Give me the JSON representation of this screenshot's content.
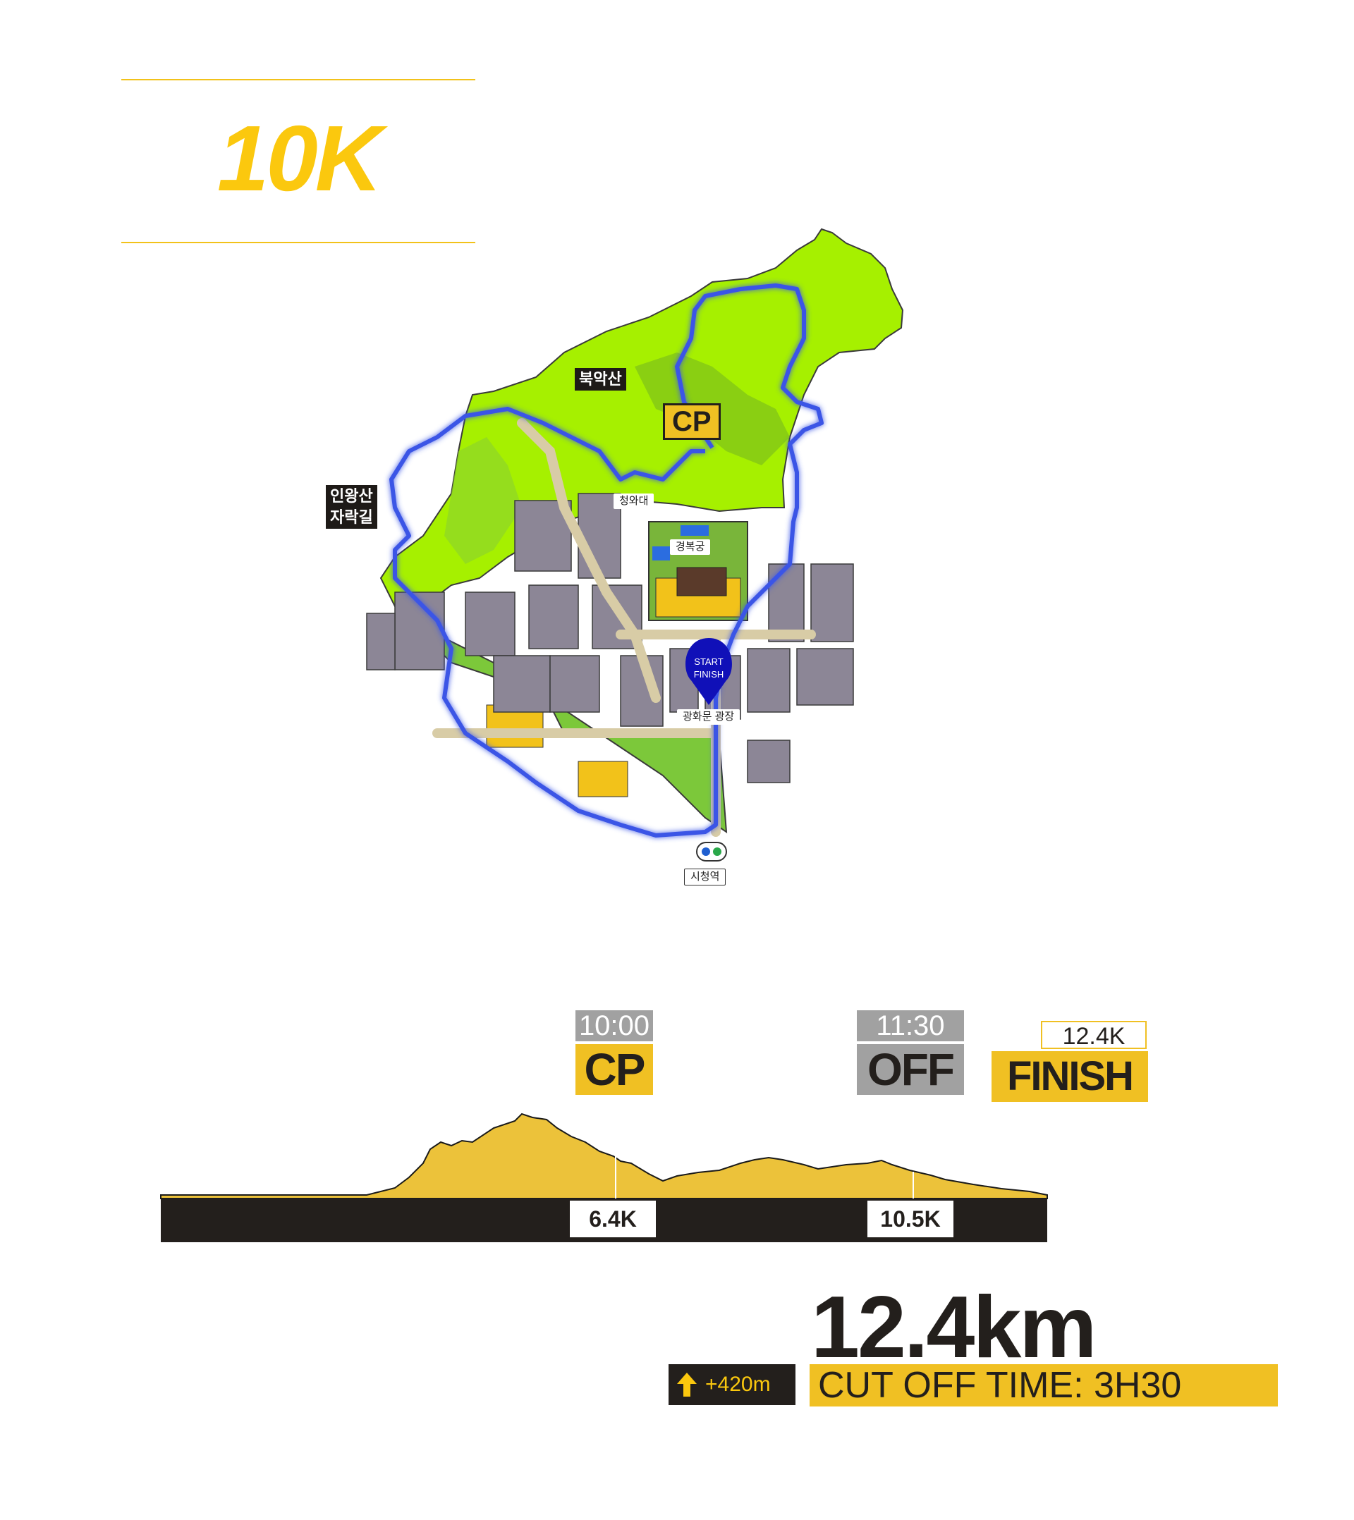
{
  "title": "10K",
  "map": {
    "labels": {
      "bukaksan": "북악산",
      "inwangsan_1": "인왕산",
      "inwangsan_2": "자락길",
      "cheongwadae": "청와대",
      "gyeongbokgung": "경복궁",
      "gwanghwamun": "광화문 광장",
      "city_hall": "시청역",
      "cp": "CP"
    },
    "marker": {
      "line1": "START",
      "line2": "FINISH"
    },
    "colors": {
      "route": "#3a55e6",
      "mountain": "#a6f000",
      "marker": "#1010b8"
    }
  },
  "profile": {
    "checkpoints": [
      {
        "time": "10:00",
        "label": "CP",
        "distance": "6.4K"
      },
      {
        "time": "11:30",
        "label": "OFF",
        "distance": "10.5K"
      }
    ],
    "finish": {
      "distance": "12.4K",
      "label": "FINISH"
    },
    "colors": {
      "fill": "#ecc23a",
      "bar": "#231f1c",
      "badge_gray": "#a1a1a1",
      "badge_yellow": "#f0c023"
    }
  },
  "summary": {
    "total_distance": "12.4km",
    "elevation_gain": "+420m",
    "cutoff": "CUT OFF TIME: 3H30",
    "arrow_icon": "arrow-up-icon"
  }
}
